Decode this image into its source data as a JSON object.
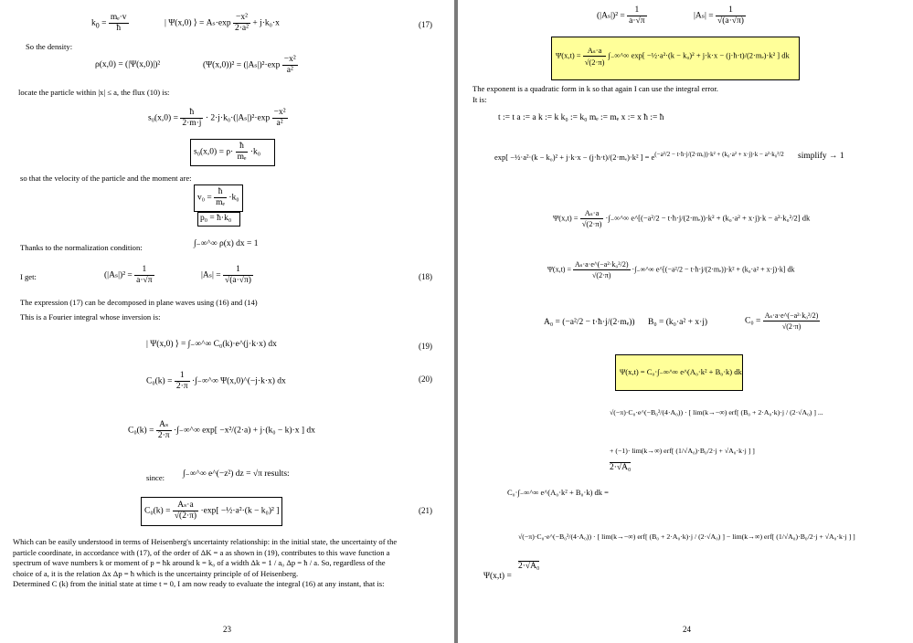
{
  "left_page": {
    "eq_k0_lhs": "k",
    "eq_k0_frac": {
      "n": "mₑ·v",
      "d": "ħ"
    },
    "eq_psi0": "| Ψ(x,0) ⟩ = Aₛ·exp",
    "eq_psi0_exp": {
      "n": "−x²",
      "d": "2·a²"
    },
    "eq_psi0_tail": "+ j·k₀·x",
    "eq_no_17": "(17)",
    "text_density": "So the density:",
    "eq_rho": "ρ(x,0) = (|Ψ(x,0)|)²",
    "eq_psi_sq": "(Ψ(x,0))² = (|Aₛ|)²·exp",
    "eq_psi_sq_exp": {
      "n": "−x²",
      "d": "a²"
    },
    "text_locate": "locate the particle within  |x|  ≤ a, the flux (10) is:",
    "eq_flux": "s₀(x,0) =",
    "eq_flux_frac": {
      "n": "ħ",
      "d": "2·m·j"
    },
    "eq_flux_mid": "· 2·j·k₀·(|Aₛ|)²·exp",
    "eq_flux_exp": {
      "n": "−x²",
      "d": "a²"
    },
    "eq_flux_box": "s₀(x,0) = ρ·",
    "eq_flux_box_frac": {
      "n": "ħ",
      "d": "mₑ"
    },
    "eq_flux_box_tail": "·k₀",
    "text_velocity": "so that the velocity of the particle and the moment are:",
    "eq_v0": "v₀ =",
    "eq_v0_frac": {
      "n": "ħ",
      "d": "mₑ"
    },
    "eq_v0_tail": "·k₀",
    "eq_p0": "p₀ = ħ·k₀",
    "text_normalization": "Thanks to the normalization condition:",
    "eq_norm": "∫₋∞^∞ ρ(x) dx = 1",
    "text_iget": "I get:",
    "eq_as_sq": "(|Aₛ|)² =",
    "eq_as_sq_frac": {
      "n": "1",
      "d": "a·√π"
    },
    "eq_as": "|Aₛ| =",
    "eq_as_frac": {
      "n": "1",
      "d": "√(a·√π)"
    },
    "eq_no_18": "(18)",
    "text_decomposed": "The expression (17) can be decomposed in plane waves using (16) and (14)",
    "text_fourier": "This is a Fourier integral whose inversion is:",
    "eq_19": "| Ψ(x,0) ⟩ = ∫₋∞^∞ C₀(k)·e^(j·k·x) dx",
    "eq_no_19": "(19)",
    "eq_20": "C₀(k) =",
    "eq_20_frac": {
      "n": "1",
      "d": "2·π"
    },
    "eq_20_tail": "·∫₋∞^∞ Ψ(x,0)^(−j·k·x) dx",
    "eq_no_20": "(20)",
    "eq_c0": "C₀(k) =",
    "eq_c0_frac": {
      "n": "Aₛ",
      "d": "2·π"
    },
    "eq_c0_tail": "·∫₋∞^∞ exp[ −x²/(2·a) + j·(k₀ − k)·x ] dx",
    "text_since": "since:",
    "eq_since": "∫₋∞^∞ e^(−z²) dz = √π  results:",
    "eq_21": "C₀(k) =",
    "eq_21_frac": {
      "n": "Aₛ·a",
      "d": "√(2·π)"
    },
    "eq_21_tail": "·exp[ −½·a²·(k − k₀)² ]",
    "eq_no_21": "(21)",
    "paragraph": [
      "Which can be easily understood in terms of Heisenberg's uncertainty relationship: in the initial state, the uncertainty of the",
      "particle coordinate, in accordance with (17), of the order of ΔK = a  as shown in (19), contributes to this wave function a",
      "spectrum of wave numbers k or moment of p = ħk around k = k₀ of a width Δk = 1 / a₀ Δp = ħ / a. So, regardless of the",
      "choice of a, it is the relation Δx Δp = ħ which is the uncertainty principle of of Heisenberg.",
      " Determined C (k) from the initial state at time t = 0, I am now ready to evaluate the integral (16) at any instant, that is:"
    ],
    "page_number": "23"
  },
  "right_page": {
    "eq_as_sq": "(|Aₛ|)² =",
    "eq_as_sq_frac": {
      "n": "1",
      "d": "a·√π"
    },
    "eq_as": "|Aₛ| =",
    "eq_as_frac": {
      "n": "1",
      "d": "√(a·√π)"
    },
    "eq_psi_xt": "Ψ(x,t) =",
    "eq_psi_xt_frac": {
      "n": "Aₛ·a",
      "d": "√(2·π)"
    },
    "eq_psi_xt_tail": "∫₋∞^∞ exp[ −½·a²·(k − k₀)² + j·k·x − (j·ħ·t)/(2·mₑ)·k² ] dk",
    "text_exponent": "The exponent is a quadratic form in k so that again I can use the integral error.",
    "text_itis": "It is:",
    "assignments": "t := t      a := a      k := k      k₀ := k₀      mₑ := mₑ      x := x      ħ := ħ",
    "eq_simplify_lhs": "exp[ −½·a²·(k − k₀)² + j·k·x − (j·ħ·t)/(2·mₑ)·k² ] = e",
    "eq_simplify_exp": "(−a²/2 − t·ħ·j/(2·mₑ))·k² + (k₀·a² + x·j)·k − a²·k₀²/2",
    "eq_simplify_tail": "simplify → 1",
    "eq_psi_a": "Ψ(x,t) =",
    "eq_psi_a_frac": {
      "n": "Aₛ·a",
      "d": "√(2·π)"
    },
    "eq_psi_a_tail": "·∫₋∞^∞ e^[(−a²/2 − t·ħ·j/(2·mₑ))·k² + (k₀·a² + x·j)·k − a²·k₀²/2] dk",
    "eq_psi_b": "Ψ(x,t) =",
    "eq_psi_b_frac": {
      "n": "Aₛ·a·e^(−a²·k₀²/2)",
      "d": "√(2·π)"
    },
    "eq_psi_b_tail": "·∫₋∞^∞ e^[(−a²/2 − t·ħ·j/(2·mₑ))·k² + (k₀·a² + x·j)·k] dk",
    "eq_A0": "A₀ = (−a²/2 − t·ħ·j/(2·mₑ))",
    "eq_B0": "B₀ = (k₀·a² + x·j)",
    "eq_C0": "C₀ =",
    "eq_C0_frac": {
      "n": "Aₛ·a·e^(−a²·k₀²/2)",
      "d": "√(2·π)"
    },
    "eq_psi_c": "Ψ(x,t) = C₀·∫₋∞^∞ e^(A₀·k² + B₀·k) dk",
    "eq_big_lhs": "C₀·∫₋∞^∞ e^(A₀·k² + B₀·k) dk =",
    "eq_big_num1": "√(−π)·C₀·e^(−B₀²/(4·A₀)) · [ lim(k→−∞) erf[ (B₀ + 2·A₀·k)·j / (2·√A₀) ] ...",
    "eq_big_num2": "+ (−1)· lim(k→∞) erf[ (1/√A₀)·B₀/2·j + √A₀·k·j ] ]",
    "eq_big_den": "2·√A₀",
    "eq_final_lhs": "Ψ(x,t) =",
    "eq_final_num": "√(−π)·C₀·e^(−B₀²/(4·A₀)) · [ lim(k→−∞) erf[ (B₀ + 2·A₀·k)·j / (2·√A₀) ]  −  lim(k→∞) erf[ (1/√A₀)·B₀/2·j + √A₀·k·j ] ]",
    "eq_final_den": "2·√A₀",
    "page_number": "24"
  }
}
